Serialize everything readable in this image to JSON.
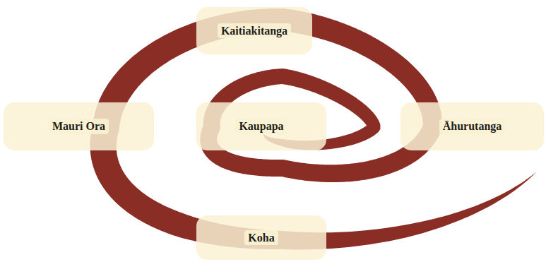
{
  "diagram": {
    "nodes": [
      {
        "text": [
          "Kaitiakitanga"
        ]
      },
      {
        "text": [
          "Mauri Ora"
        ]
      },
      {
        "text": [
          "Kaupapa"
        ]
      },
      {
        "text": [
          "Āhurutanga"
        ]
      },
      {
        "text": [
          "Koha"
        ]
      }
    ]
  }
}
